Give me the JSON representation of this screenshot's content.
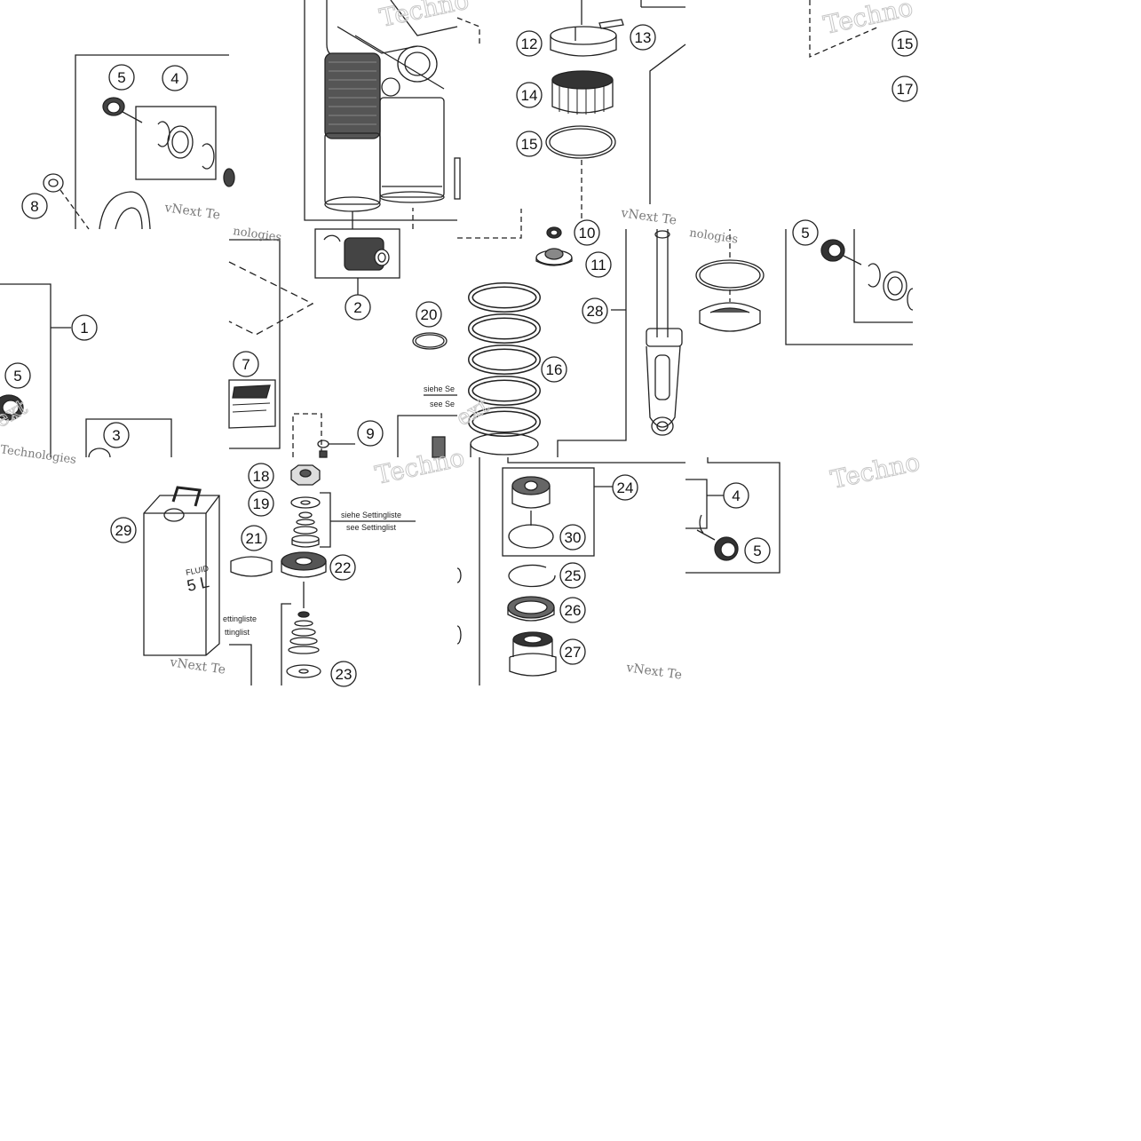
{
  "diagram": {
    "callouts": [
      "1",
      "2",
      "3",
      "4",
      "5",
      "7",
      "8",
      "9",
      "10",
      "11",
      "12",
      "13",
      "14",
      "15",
      "16",
      "17",
      "18",
      "19",
      "20",
      "21",
      "22",
      "23",
      "24",
      "25",
      "26",
      "27",
      "28",
      "29",
      "30"
    ],
    "labels": {
      "siehe_setting": "siehe Settingliste",
      "see_setting": "see Settinglist",
      "siehe_partial": "siehe Se",
      "see_partial": "see Se",
      "settingliste_partial": "ettingliste",
      "settinglist_partial": "ttinglist",
      "fluid": "FLUID",
      "fluid_volume": "5 L"
    },
    "watermark": {
      "brand": "vNext Te",
      "brand_word": "Technologies",
      "techno": "Techno",
      "nologies": "nologies",
      "ext": "ext"
    }
  }
}
